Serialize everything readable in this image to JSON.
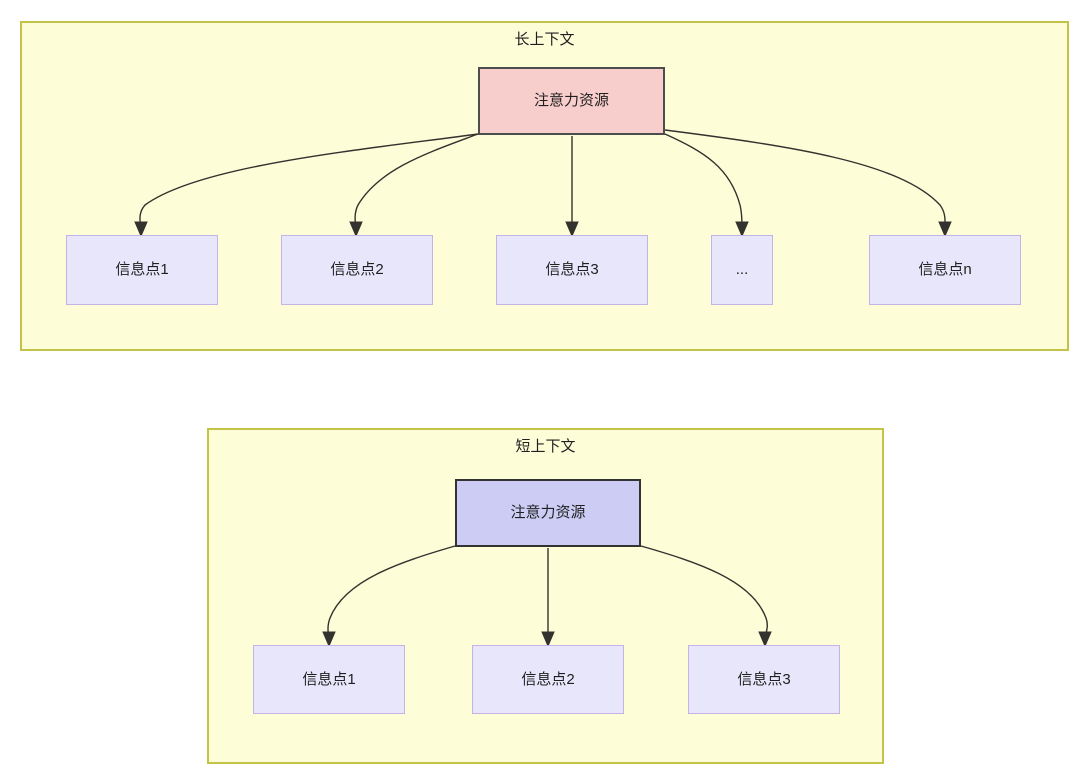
{
  "diagram": {
    "title_long_context": "长上下文",
    "title_short_context": "短上下文",
    "colors": {
      "panel_fill": "#fdfdd8",
      "panel_border": "#c3c34a",
      "attention_long_fill": "#f8cecc",
      "attention_long_border": "#4d4d4d",
      "attention_short_fill": "#ccccf5",
      "attention_short_border": "#333333",
      "info_fill": "#e8e6fb",
      "info_border": "#c5b3e8",
      "edge_stroke": "#33322e"
    },
    "long_context": {
      "title": "长上下文",
      "root": {
        "label": "注意力资源"
      },
      "children": [
        {
          "label": "信息点1"
        },
        {
          "label": "信息点2"
        },
        {
          "label": "信息点3"
        },
        {
          "label": "..."
        },
        {
          "label": "信息点n"
        }
      ]
    },
    "short_context": {
      "title": "短上下文",
      "root": {
        "label": "注意力资源"
      },
      "children": [
        {
          "label": "信息点1"
        },
        {
          "label": "信息点2"
        },
        {
          "label": "信息点3"
        }
      ]
    }
  }
}
